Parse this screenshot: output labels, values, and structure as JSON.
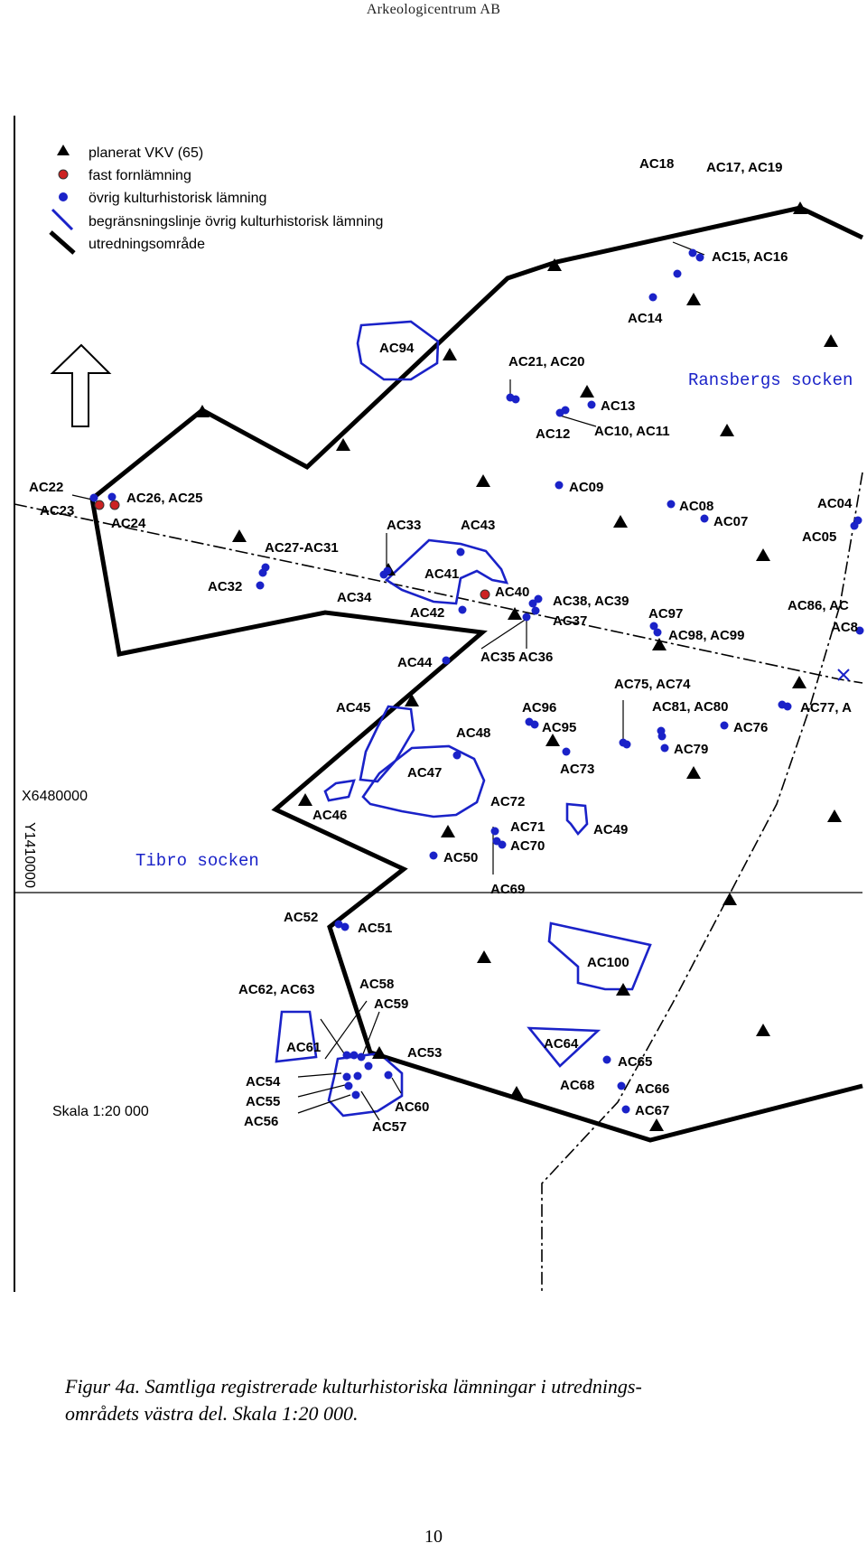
{
  "header": {
    "title": "Arkeologicentrum AB"
  },
  "legend": {
    "items": [
      {
        "symbol": "triangle",
        "label": "planerat VKV (65)"
      },
      {
        "symbol": "red-dot",
        "label": "fast fornlämning"
      },
      {
        "symbol": "blue-dot",
        "label": "övrig kulturhistorisk lämning"
      },
      {
        "symbol": "blue-line",
        "label": "begränsningslinje övrig kulturhistorisk lämning"
      },
      {
        "symbol": "black-line",
        "label": "utredningsområde"
      }
    ]
  },
  "colors": {
    "site_blue": "#1a22c8",
    "site_red": "#cc2222",
    "boundary": "#000000"
  },
  "map": {
    "parish_east": "Ransbergs socken",
    "parish_west": "Tibro socken",
    "coord_x": "X6480000",
    "coord_y": "Y1410000",
    "scale_note": "Skala 1:20 000",
    "north_arrow": "north-arrow-icon"
  },
  "labels": {
    "AC18": "AC18",
    "AC17_19": "AC17, AC19",
    "AC15_16": "AC15, AC16",
    "AC14": "AC14",
    "AC94": "AC94",
    "AC21_20": "AC21, AC20",
    "AC13": "AC13",
    "AC12": "AC12",
    "AC10_11": "AC10, AC11",
    "AC22": "AC22",
    "AC23": "AC23",
    "AC26_25": "AC26, AC25",
    "AC24": "AC24",
    "AC09": "AC09",
    "AC08": "AC08",
    "AC07": "AC07",
    "AC04": "AC04",
    "AC05": "AC05",
    "AC27_31": "AC27-AC31",
    "AC33": "AC33",
    "AC43": "AC43",
    "AC32": "AC32",
    "AC41": "AC41",
    "AC34": "AC34",
    "AC40": "AC40",
    "AC38_39": "AC38, AC39",
    "AC37": "AC37",
    "AC42": "AC42",
    "AC97": "AC97",
    "AC86": "AC86, AC",
    "AC8x": "AC8",
    "AC98_99": "AC98, AC99",
    "AC44": "AC44",
    "AC35_36": "AC35 AC36",
    "AC75_74": "AC75, AC74",
    "AC45": "AC45",
    "AC96": "AC96",
    "AC81_80": "AC81, AC80",
    "AC77": "AC77, A",
    "AC48": "AC48",
    "AC95": "AC95",
    "AC76": "AC76",
    "AC79": "AC79",
    "AC73": "AC73",
    "AC47": "AC47",
    "AC72": "AC72",
    "AC46": "AC46",
    "AC71": "AC71",
    "AC49": "AC49",
    "AC70": "AC70",
    "AC50": "AC50",
    "AC69": "AC69",
    "AC52": "AC52",
    "AC51": "AC51",
    "AC100": "AC100",
    "AC62_63": "AC62, AC63",
    "AC58": "AC58",
    "AC59": "AC59",
    "AC64": "AC64",
    "AC61": "AC61",
    "AC53": "AC53",
    "AC65": "AC65",
    "AC54": "AC54",
    "AC68": "AC68",
    "AC66": "AC66",
    "AC55": "AC55",
    "AC60": "AC60",
    "AC67": "AC67",
    "AC56": "AC56",
    "AC57": "AC57"
  },
  "caption": {
    "line1": "Figur 4a. Samtliga registrerade kulturhistoriska lämningar i utrednings-",
    "line2": "områdets västra del. Skala 1:20 000."
  },
  "page_number": "10"
}
